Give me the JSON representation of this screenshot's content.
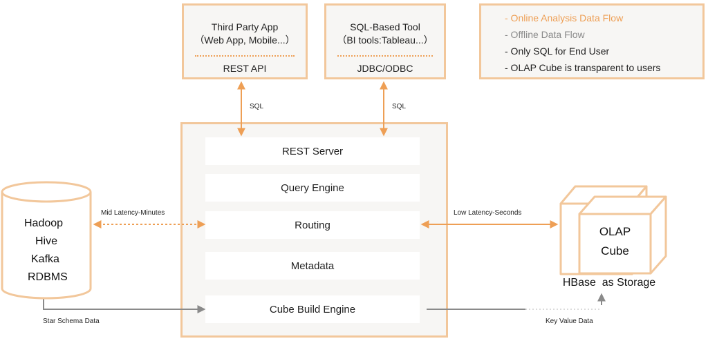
{
  "legend": {
    "items": [
      {
        "text": "- Online Analysis Data Flow",
        "color": "#ee9f55"
      },
      {
        "text": "- Offline Data Flow",
        "color": "#8a8a8a"
      },
      {
        "text": "- Only SQL for End User",
        "color": "#222222"
      },
      {
        "text": "- OLAP Cube is transparent to users",
        "color": "#222222"
      }
    ]
  },
  "clients": [
    {
      "title": "Third Party App",
      "subtitle": "（Web App, Mobile...）",
      "api": "REST API"
    },
    {
      "title": "SQL-Based Tool",
      "subtitle": "（BI tools:Tableau...）",
      "api": "JDBC/ODBC"
    }
  ],
  "sql_label": "SQL",
  "engine": {
    "rows": [
      "REST Server",
      "Query Engine",
      "Routing",
      "Metadata",
      "Cube Build Engine"
    ]
  },
  "sources": {
    "items": [
      "Hadoop",
      "Hive",
      "Kafka",
      "RDBMS"
    ]
  },
  "labels": {
    "mid_latency": "Mid Latency-Minutes",
    "low_latency": "Low Latency-Seconds",
    "star_schema": "Star Schema Data",
    "key_value": "Key Value Data"
  },
  "olap": {
    "cube_line1": "OLAP",
    "cube_line2": "Cube",
    "storage": "HBase  as Storage"
  },
  "colors": {
    "accent": "#ee9f55",
    "box_border": "#f2c79b",
    "offline_gray": "#8a8a8a"
  }
}
